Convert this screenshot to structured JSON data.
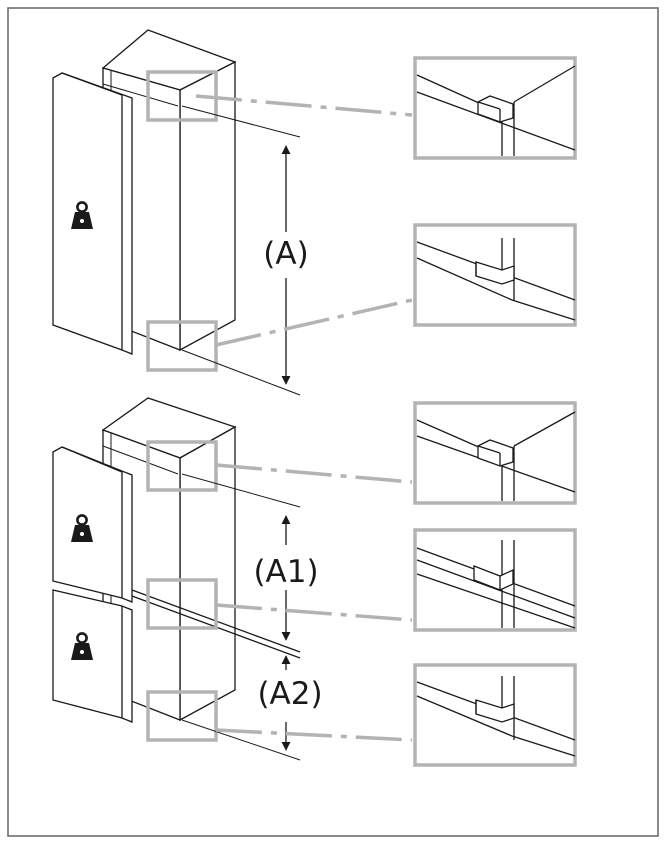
{
  "labels": {
    "a": "(A)",
    "a1": "(A1)",
    "a2": "(A2)"
  },
  "colors": {
    "line": "#1a1a1a",
    "highlight": "#b3b3b3",
    "frame": "#6e6e6e",
    "background": "#ffffff"
  },
  "icons": {
    "door_weight": "weight-icon"
  }
}
